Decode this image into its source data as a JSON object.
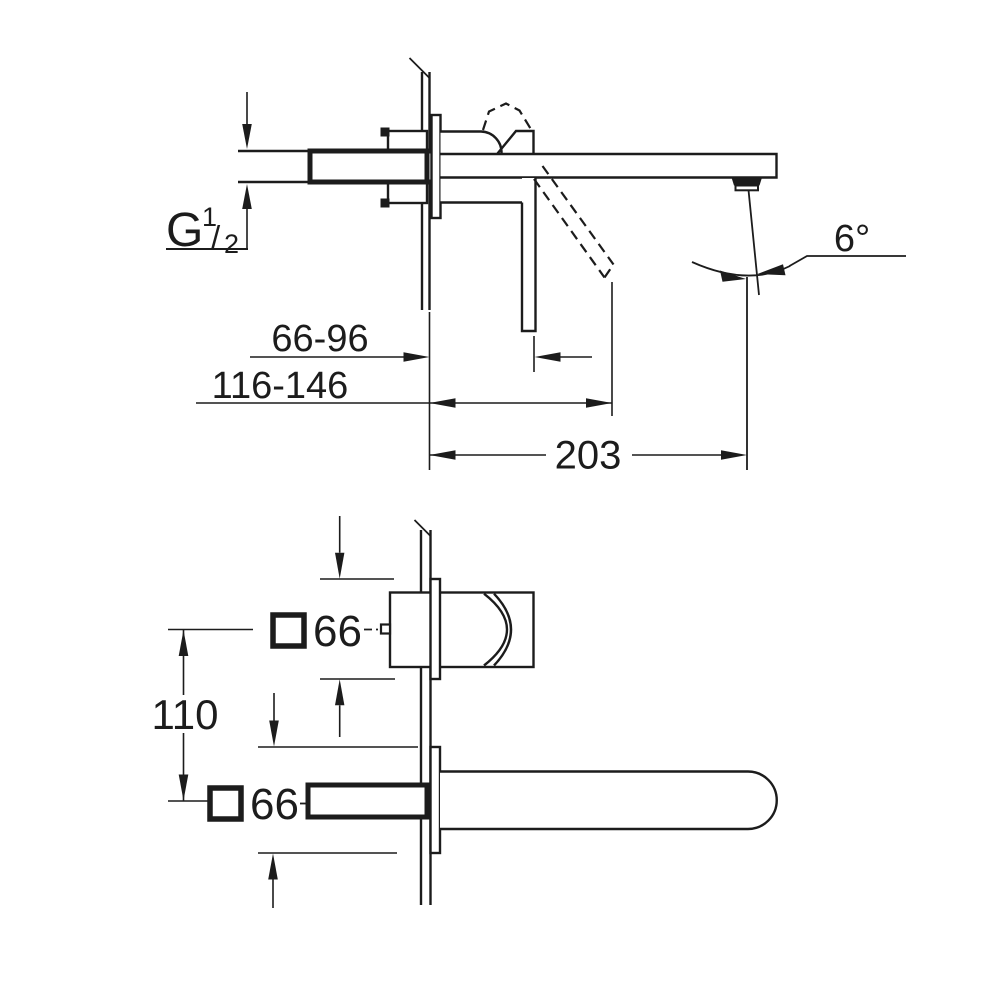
{
  "colors": {
    "line": "#1c1c1c",
    "background": "#ffffff"
  },
  "top_view": {
    "thread_label": {
      "letter": "G",
      "numerator": "1",
      "slash": "/",
      "denominator": "2"
    },
    "dims": {
      "wall_to_handle": "66-96",
      "wall_to_open_handle": "116-146",
      "spout_reach": "203",
      "spout_angle": "6°"
    }
  },
  "front_view": {
    "dims": {
      "upper_escutcheon_square": "66",
      "lower_escutcheon_square": "66",
      "center_distance": "110"
    }
  }
}
